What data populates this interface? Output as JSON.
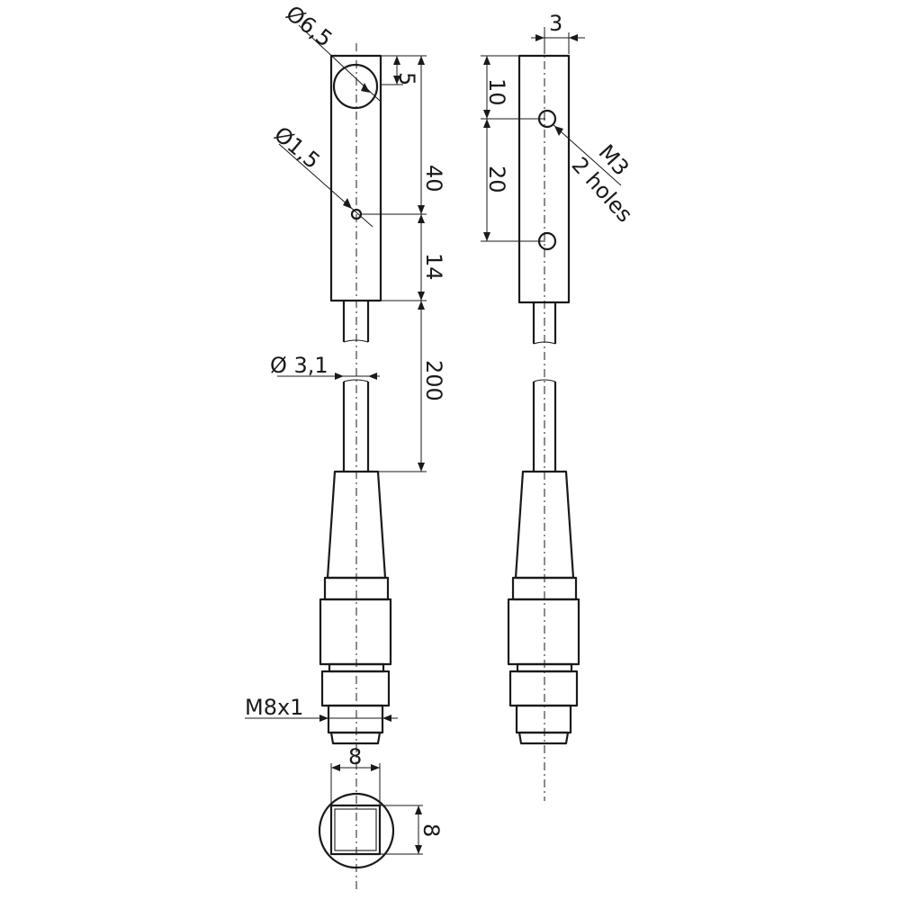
{
  "labels": {
    "dia_6_5": "Ø6,5",
    "dim_5": "5",
    "dia_1_5": "Ø1,5",
    "dim_40": "40",
    "dim_14": "14",
    "dia_3_1": "Ø 3,1",
    "dim_200": "200",
    "thread": "M8x1",
    "dim_8_width": "8",
    "dim_8_height": "8",
    "dim_3": "3",
    "dim_10": "10",
    "dim_20": "20",
    "m3": "M3",
    "two_holes": "2 holes"
  }
}
